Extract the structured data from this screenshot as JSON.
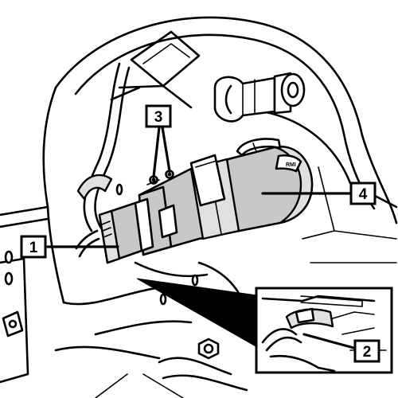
{
  "callouts": [
    {
      "label": "1",
      "part": "connector"
    },
    {
      "label": "2",
      "part": "connector-detail"
    },
    {
      "label": "3",
      "part": "mounting-screws"
    },
    {
      "label": "4",
      "part": "electric-steering-lock-module"
    }
  ],
  "module": {
    "brand_mark": "RMI"
  },
  "colors": {
    "line": "#000000",
    "background": "#ffffff",
    "part_fill": "#c8c8c8"
  }
}
